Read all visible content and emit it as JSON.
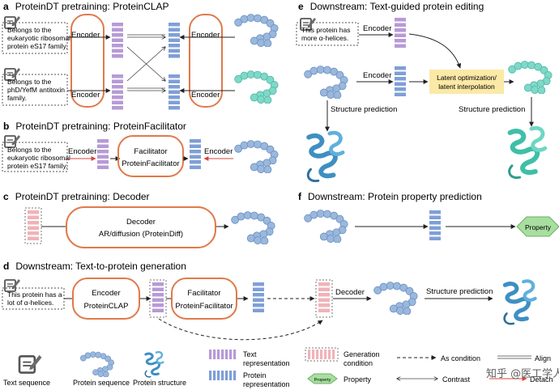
{
  "panels": {
    "a": {
      "letter": "a",
      "title": "ProteinDT pretraining: ProteinCLAP",
      "text1": [
        "Belongs to the",
        "eukaryotic ribosomal",
        "protein eS17 family."
      ],
      "text2": [
        "Belongs to the",
        "phD/YefM antitoxin",
        "family."
      ],
      "encoder": "Encoder"
    },
    "b": {
      "letter": "b",
      "title": "ProteinDT pretraining: ProteinFacilitator",
      "text": [
        "Belongs to the",
        "eukaryotic ribosomal",
        "protein eS17 family."
      ],
      "encoder": "Encoder",
      "facilitator": [
        "Facilitator",
        "ProteinFacilitator"
      ]
    },
    "c": {
      "letter": "c",
      "title": "ProteinDT pretraining: Decoder",
      "decoder": [
        "Decoder",
        "AR/diffusion (ProteinDiff)"
      ]
    },
    "d": {
      "letter": "d",
      "title": "Downstream: Text-to-protein generation",
      "text": [
        "This protein has a",
        "lot of α-helices."
      ],
      "encoder": [
        "Encoder",
        "ProteinCLAP"
      ],
      "facilitator": [
        "Facilitator",
        "ProteinFacilitator"
      ],
      "decoder": "Decoder",
      "structure": "Structure prediction"
    },
    "e": {
      "letter": "e",
      "title": "Downstream: Text-guided protein editing",
      "text": [
        "This protein has",
        "more α-helices."
      ],
      "encoder": "Encoder",
      "latent": [
        "Latent optimization/",
        "latent interpolation"
      ],
      "structure": "Structure prediction"
    },
    "f": {
      "letter": "f",
      "title": "Downstream: Protein property prediction",
      "property": "Property"
    }
  },
  "legend": {
    "text_sequence": "Text sequence",
    "protein_sequence": "Protein sequence",
    "protein_structure": "Protein structure",
    "text_repr": [
      "Text",
      "representation"
    ],
    "protein_repr": [
      "Protein",
      "representation"
    ],
    "gen_cond": [
      "Generation",
      "condition"
    ],
    "property_badge": "Property",
    "property": "Property",
    "as_condition": "As condition",
    "align": "Align",
    "contrast": "Contrast",
    "detach": "Detach"
  },
  "watermark": "知乎 @医工学人",
  "colors": {
    "orange": "#e07a4a",
    "purple": "#b79ad6",
    "blue": "#7f9fd6",
    "pink": "#f0b3b8",
    "protein_blue": "#9ab8dc",
    "protein_teal": "#7fd8c8",
    "latent_yellow": "#fbe9a6",
    "property_green": "#a8dfa0",
    "red_arrow": "#d9433a"
  }
}
